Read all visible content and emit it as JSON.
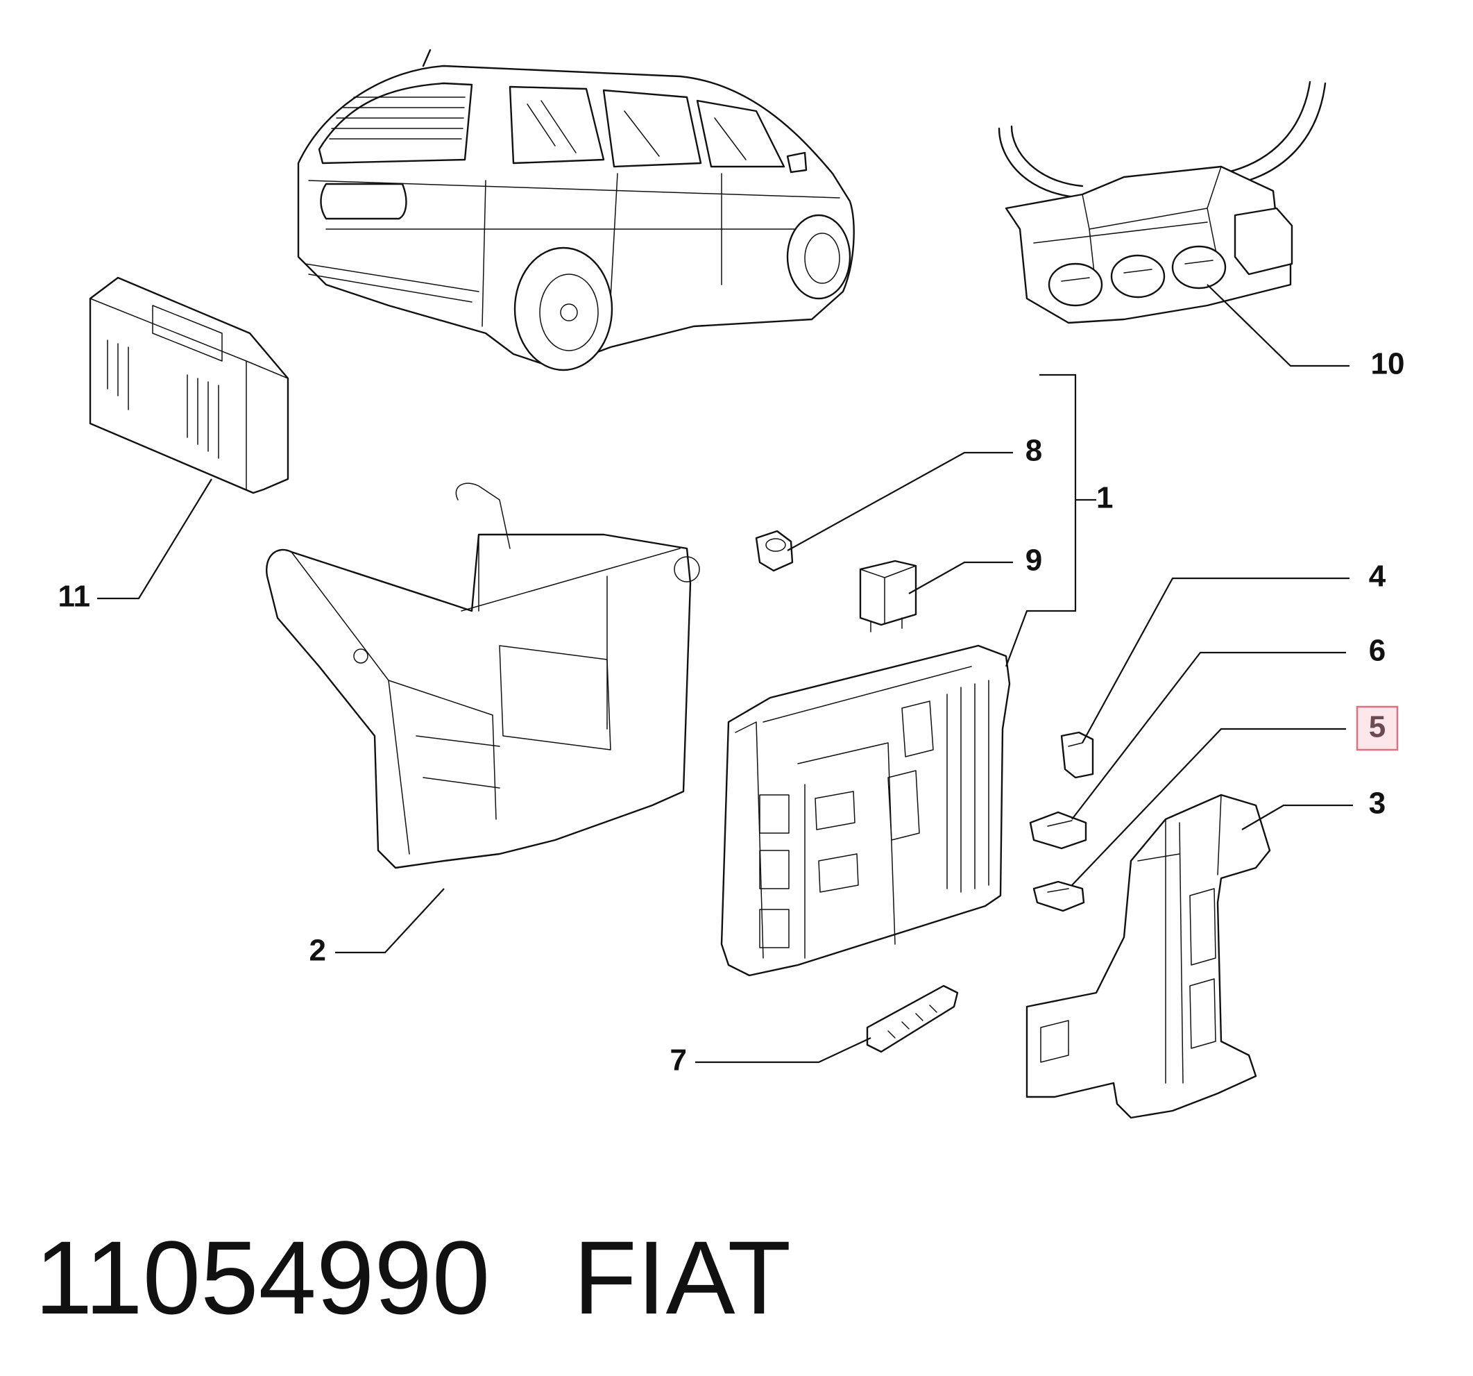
{
  "callouts": [
    {
      "id": "1",
      "label": "1"
    },
    {
      "id": "2",
      "label": "2"
    },
    {
      "id": "3",
      "label": "3"
    },
    {
      "id": "4",
      "label": "4"
    },
    {
      "id": "5",
      "label": "5",
      "highlighted": true
    },
    {
      "id": "6",
      "label": "6"
    },
    {
      "id": "7",
      "label": "7"
    },
    {
      "id": "8",
      "label": "8"
    },
    {
      "id": "9",
      "label": "9"
    },
    {
      "id": "10",
      "label": "10"
    },
    {
      "id": "11",
      "label": "11"
    }
  ],
  "footer": {
    "part_number": "11054990",
    "brand": "FIAT"
  },
  "colors": {
    "line": "#111111",
    "highlight_fill": "#fde7ea",
    "highlight_border": "#e0707f"
  }
}
